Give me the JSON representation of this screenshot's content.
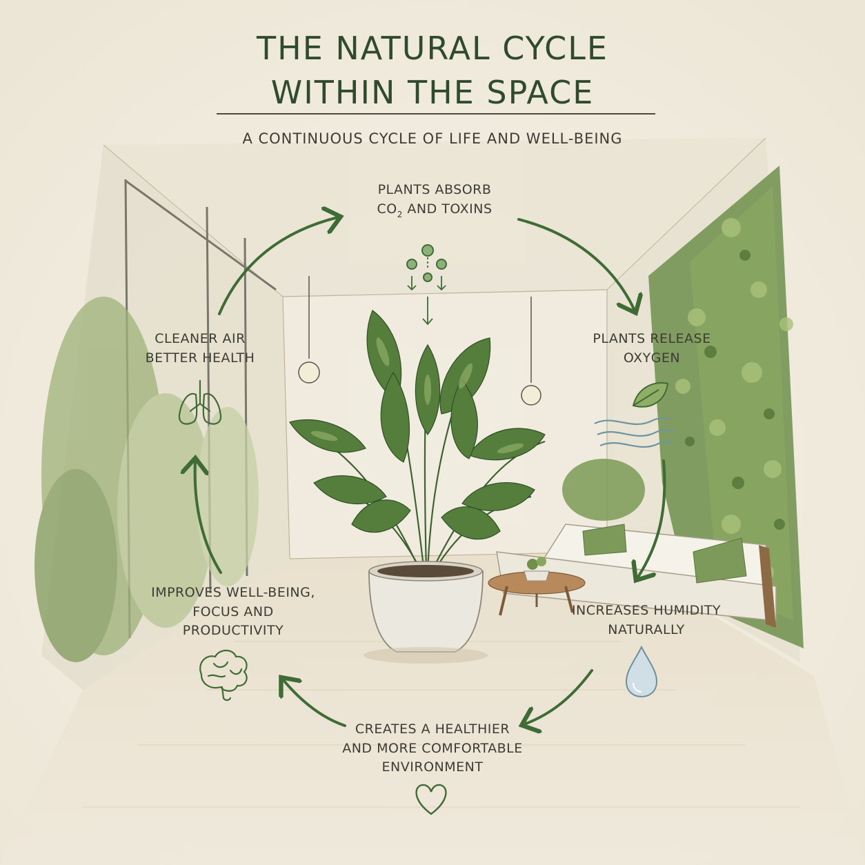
{
  "title": {
    "line1": "THE NATURAL CYCLE",
    "line2": "WITHIN THE SPACE"
  },
  "subtitle": "A CONTINUOUS CYCLE OF LIFE AND WELL-BEING",
  "steps": {
    "absorb": {
      "line1": "PLANTS ABSORB",
      "line2_pre": "CO",
      "line2_sub": "2",
      "line2_post": " AND TOXINS",
      "icon": "co2-molecules-icon"
    },
    "release": {
      "line1": "PLANTS RELEASE",
      "line2": "OXYGEN",
      "icon": "leaf-wind-icon"
    },
    "humidity": {
      "line1": "INCREASES HUMIDITY",
      "line2": "NATURALLY",
      "icon": "water-drop-icon"
    },
    "environment": {
      "line1": "CREATES A HEALTHIER",
      "line2": "AND MORE COMFORTABLE",
      "line3": "ENVIRONMENT",
      "icon": "heart-icon"
    },
    "wellbeing": {
      "line1": "IMPROVES WELL-BEING,",
      "line2": "FOCUS AND",
      "line3": "PRODUCTIVITY",
      "icon": "brain-icon"
    },
    "health": {
      "line1": "CLEANER AIR",
      "line2": "BETTER HEALTH",
      "icon": "lungs-icon"
    }
  },
  "colors": {
    "background": "#f3efe4",
    "accent_green": "#3f6b35",
    "ink": "#3c3c34",
    "water_blue": "#7a9aa8"
  }
}
